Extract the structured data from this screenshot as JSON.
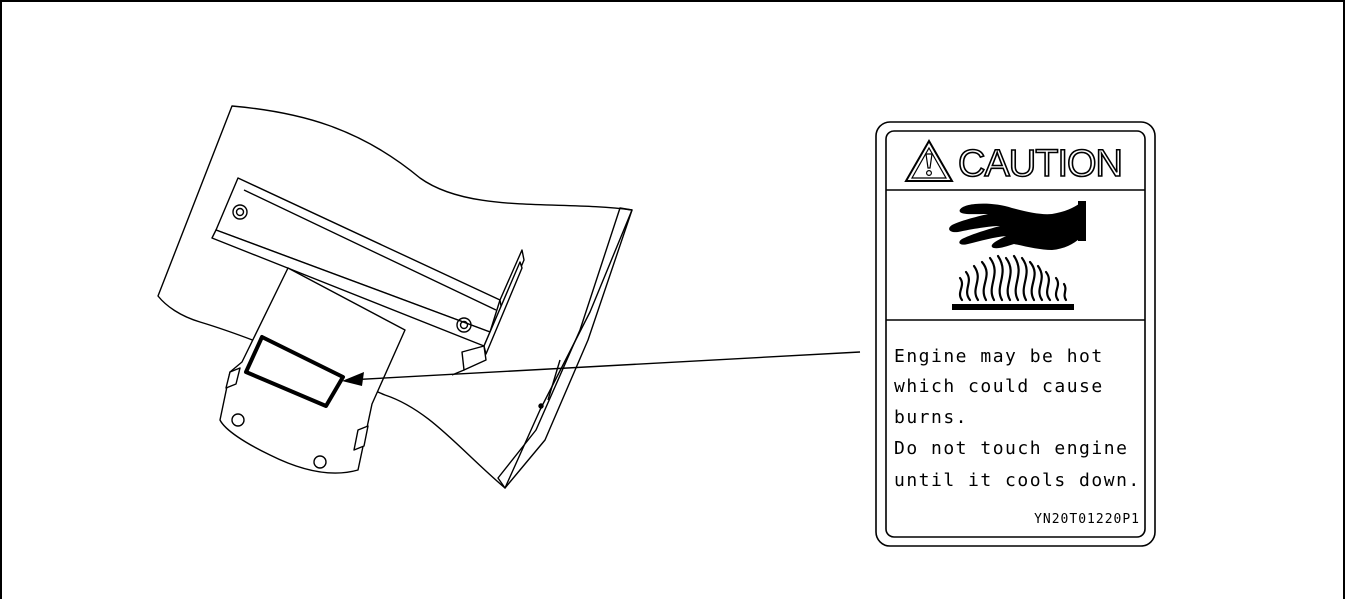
{
  "label": {
    "heading": "CAUTION",
    "message_lines": [
      "Engine may be hot",
      "which could cause",
      "burns.",
      "Do not touch engine",
      "until it cools down."
    ],
    "code": "YN20T01220P1"
  },
  "icons": {
    "warning": "warning-triangle-icon",
    "hand": "hand-icon",
    "hot_surface": "hot-surface-icon"
  }
}
